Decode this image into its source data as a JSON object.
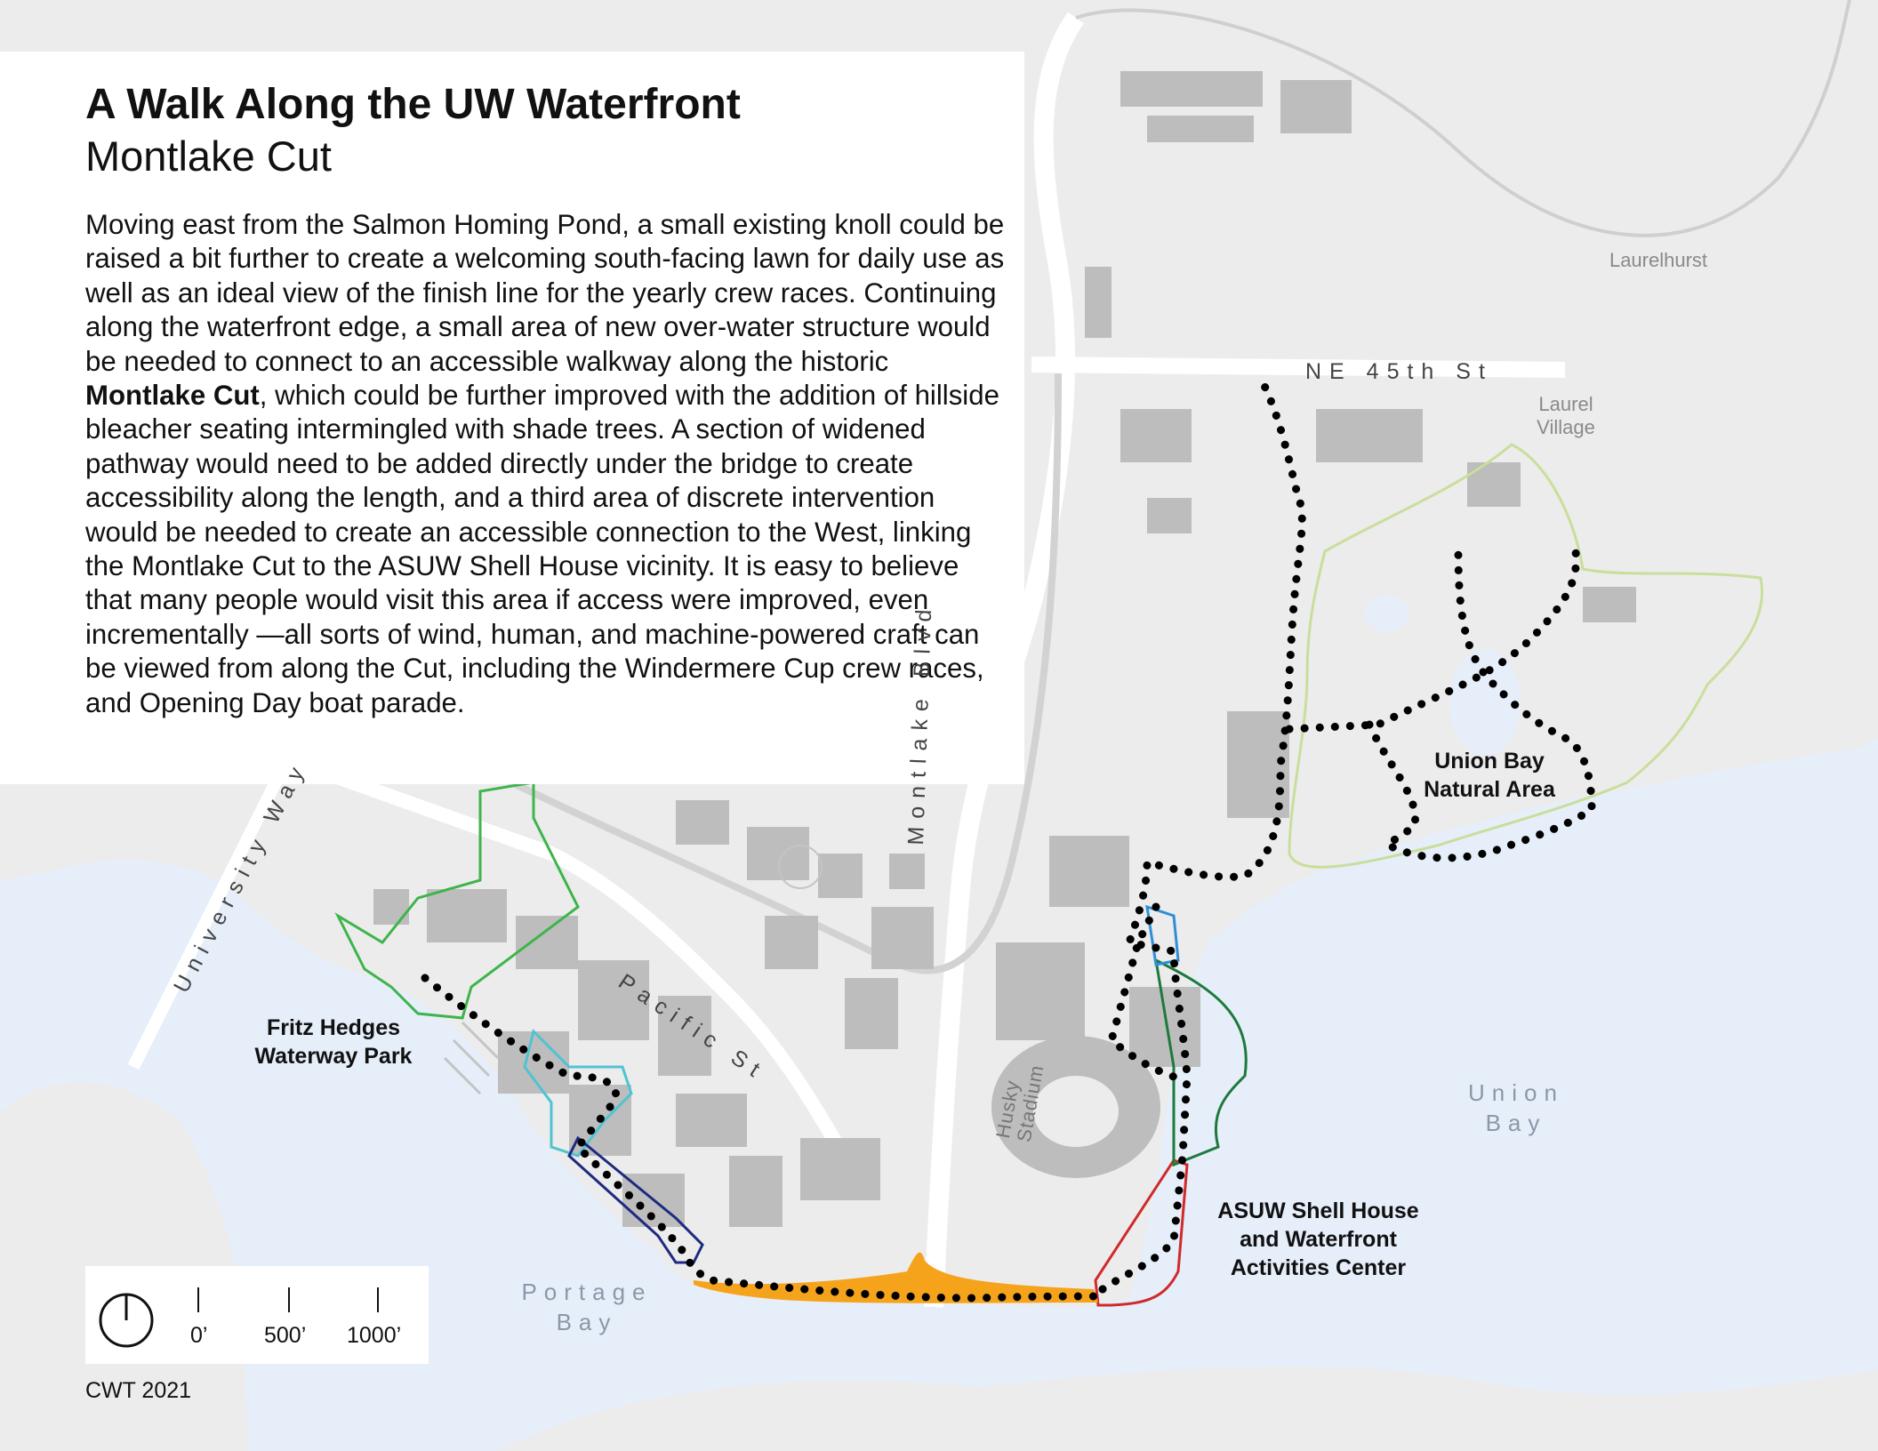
{
  "title": "A Walk Along the UW Waterfront",
  "subtitle": "Montlake Cut",
  "body": {
    "before": "Moving east from the Salmon Homing Pond, a small existing knoll could be raised a bit further to create a welcoming south-facing lawn for daily use as well as an ideal view of the finish line for the yearly crew races. Continuing along the waterfront edge, a small area of new over-water structure would be needed to connect to an accessible walkway along the historic ",
    "bold": "Montlake Cut",
    "after": ", which could be further improved with the addition of hillside bleacher seating intermingled with shade trees. A section of widened pathway would need to be added directly under the bridge to create accessibility along the length, and a third area of discrete intervention would be needed to create an accessible connection to the West, linking the Montlake Cut to the ASUW Shell House vicinity. It is easy to believe that many people would visit this area if access were improved, even incrementally —all sorts of wind, human, and machine-powered craft can be viewed from along the Cut, including the Windermere Cup crew races, and Opening Day boat parade."
  },
  "map": {
    "labels": {
      "fritz_hedges": "Fritz Hedges Waterway Park",
      "asuw": "ASUW Shell House and Waterfront Activities Center",
      "union_bay_natural": "Union Bay Natural Area",
      "union_bay": "Union Bay",
      "portage_bay": "Portage Bay",
      "laurelhurst": "Laurelhurst",
      "laurel_village": "Laurel Village",
      "ne_45th": "NE 45th St",
      "montlake_blvd": "Montlake Blvd",
      "pacific_st": "Pacific St",
      "university_way": "University Way",
      "husky_stadium": "Husky Stadium"
    },
    "colors": {
      "water": "#e6eefa",
      "land": "#ececec",
      "buildings": "#bdbdbd",
      "roads": "#ffffff",
      "walk_route": "#000000",
      "highlight": "#f5a31b",
      "fritz_outline": "#3db54a",
      "cyan_outline": "#4fc3d2",
      "navy_outline": "#1d2b80",
      "red_outline": "#d02a2a",
      "green_outline": "#1c7a3c",
      "blue_outline": "#2e8fd6",
      "natural_area_outline": "#c9de9b"
    }
  },
  "legend": {
    "north_icon": "north-arrow-icon",
    "scale": [
      "0’",
      "500’",
      "1000’"
    ]
  },
  "credit": "CWT 2021"
}
